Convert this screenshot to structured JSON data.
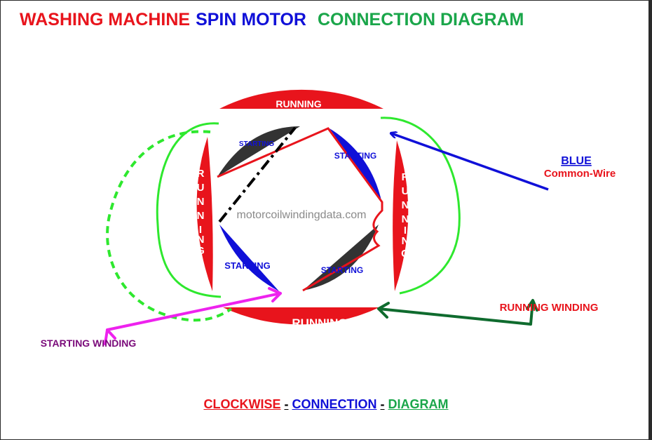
{
  "title": {
    "part1": "WASHING MACHINE",
    "part2": "SPIN MOTOR",
    "part3": "CONNECTION DIAGRAM"
  },
  "motor": {
    "running_top": "RUNNING",
    "running_bottom": "RUNNING",
    "running_left": [
      "R",
      "U",
      "N",
      "N",
      "I",
      "N",
      "G"
    ],
    "running_right": [
      "R",
      "U",
      "N",
      "N",
      "I",
      "N",
      "G"
    ],
    "starting_top_left": "STARTING",
    "starting_top_right": "STARTING",
    "starting_bottom_left": "STARTING",
    "starting_bottom_right": "STARTING",
    "watermark": "motorcoilwindingdata.com"
  },
  "labels": {
    "blue": "BLUE",
    "common_wire": "Common-Wire",
    "running_winding": "RUNNING WINDING",
    "starting_winding": "STARTING WINDING"
  },
  "footer": {
    "part1": "CLOCKWISE",
    "sep1": "-",
    "part2": "CONNECTION",
    "sep2": "-",
    "part3": "DIAGRAM"
  },
  "colors": {
    "red": "#e8141c",
    "blue": "#1010d8",
    "green": "#1aa64a",
    "lime": "#2ee82e",
    "dark_green": "#0f6b2e",
    "magenta": "#ee22ee",
    "purple": "#7a0a7a",
    "dark_pole": "#333333"
  }
}
